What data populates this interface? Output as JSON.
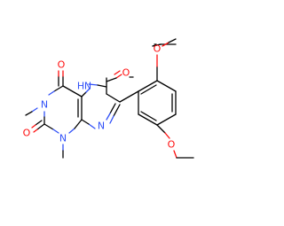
{
  "molecule": {
    "atom_labels": {
      "o_top_right": "O",
      "o_ketone": "O",
      "o_bottom_right": "O",
      "o_top_left": "O",
      "o_bottom_left": "O",
      "nh": "H",
      "n_nh": "N",
      "n_pyrazine": "N",
      "n_left": "N",
      "n_bottom": "N"
    },
    "colors": {
      "oxygen": "#ff0d0d",
      "nitrogen": "#3050f8",
      "carbon_bond": "#000000",
      "background": "#ffffff"
    }
  }
}
